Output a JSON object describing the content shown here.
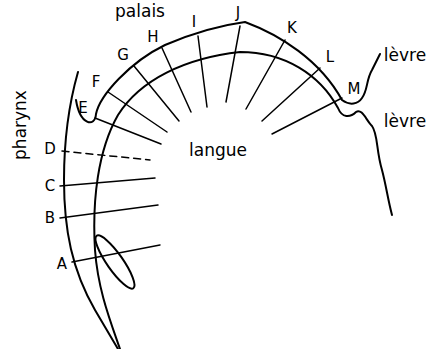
{
  "diagram": {
    "labels": [
      "palais",
      "lèvre",
      "pharynx",
      "E",
      "F",
      "G",
      "H",
      "I",
      "J",
      "K",
      "L",
      "M",
      "langue",
      "lèvre",
      "D",
      "C",
      "B",
      "A"
    ]
  }
}
